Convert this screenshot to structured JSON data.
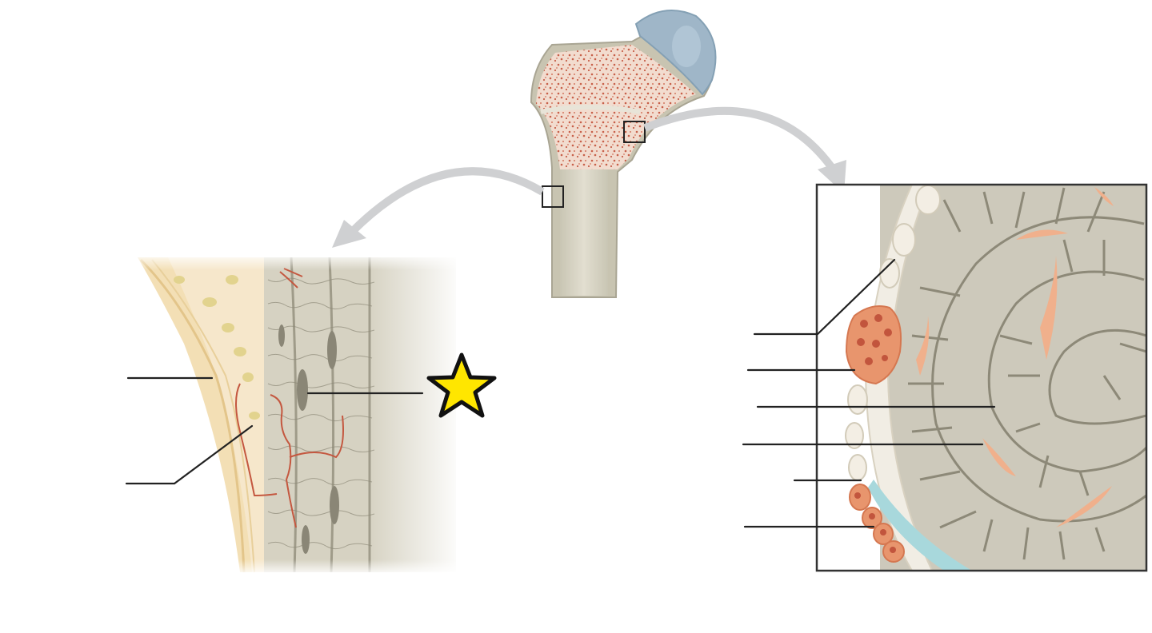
{
  "diagram": {
    "type": "anatomical illustration",
    "panels": [
      "femur-head",
      "compact-bone-detail",
      "spongy-bone-detail"
    ],
    "colors": {
      "bone": "#d6d2c2",
      "spongy_dots": "#c7604a",
      "cartilage": "#9fb6c8",
      "periosteum": "#f3dfb5",
      "trabecula_fill": "#cdc9bb",
      "osteoclast": "#e8956d",
      "marrow_space": "#f0b08c",
      "star_fill": "#ffe600"
    },
    "labels": [],
    "marker": {
      "icon": "star-icon"
    }
  }
}
